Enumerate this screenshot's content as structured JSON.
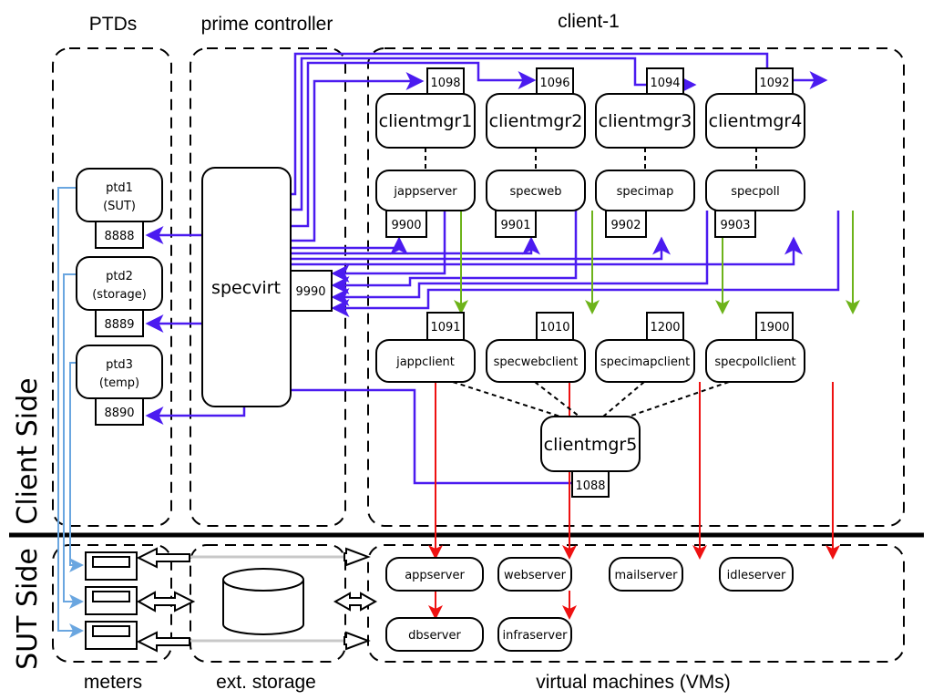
{
  "headers": {
    "ptds": "PTDs",
    "prime_controller": "prime controller",
    "client": "client-1",
    "meters": "meters",
    "ext_storage": "ext. storage",
    "vms": "virtual machines (VMs)",
    "client_side": "Client Side",
    "sut_side": "SUT Side"
  },
  "ptds": [
    {
      "name": "ptd1",
      "role": "(SUT)",
      "port": "8888"
    },
    {
      "name": "ptd2",
      "role": "(storage)",
      "port": "8889"
    },
    {
      "name": "ptd3",
      "role": "(temp)",
      "port": "8890"
    }
  ],
  "controller": {
    "name": "specvirt",
    "port": "9990"
  },
  "clientmgrs": [
    {
      "name": "clientmgr1",
      "port": "1098"
    },
    {
      "name": "clientmgr2",
      "port": "1096"
    },
    {
      "name": "clientmgr3",
      "port": "1094"
    },
    {
      "name": "clientmgr4",
      "port": "1092"
    }
  ],
  "prime_clients": [
    {
      "name": "jappserver",
      "port": "9900"
    },
    {
      "name": "specweb",
      "port": "9901"
    },
    {
      "name": "specimap",
      "port": "9902"
    },
    {
      "name": "specpoll",
      "port": "9903"
    }
  ],
  "workload_clients": [
    {
      "name": "jappclient",
      "port": "1091"
    },
    {
      "name": "specwebclient",
      "port": "1010"
    },
    {
      "name": "specimapclient",
      "port": "1200"
    },
    {
      "name": "specpollclient",
      "port": "1900"
    }
  ],
  "clientmgr5": {
    "name": "clientmgr5",
    "port": "1088"
  },
  "vms": {
    "row1": [
      "appserver",
      "webserver",
      "mailserver",
      "idleserver"
    ],
    "row2": [
      "dbserver",
      "infraserver"
    ]
  },
  "colors": {
    "control": "#4b1bf0",
    "prime_to_client": "#6db31a",
    "client_to_vm": "#ee1111",
    "meter_link": "#6aa6e0"
  }
}
